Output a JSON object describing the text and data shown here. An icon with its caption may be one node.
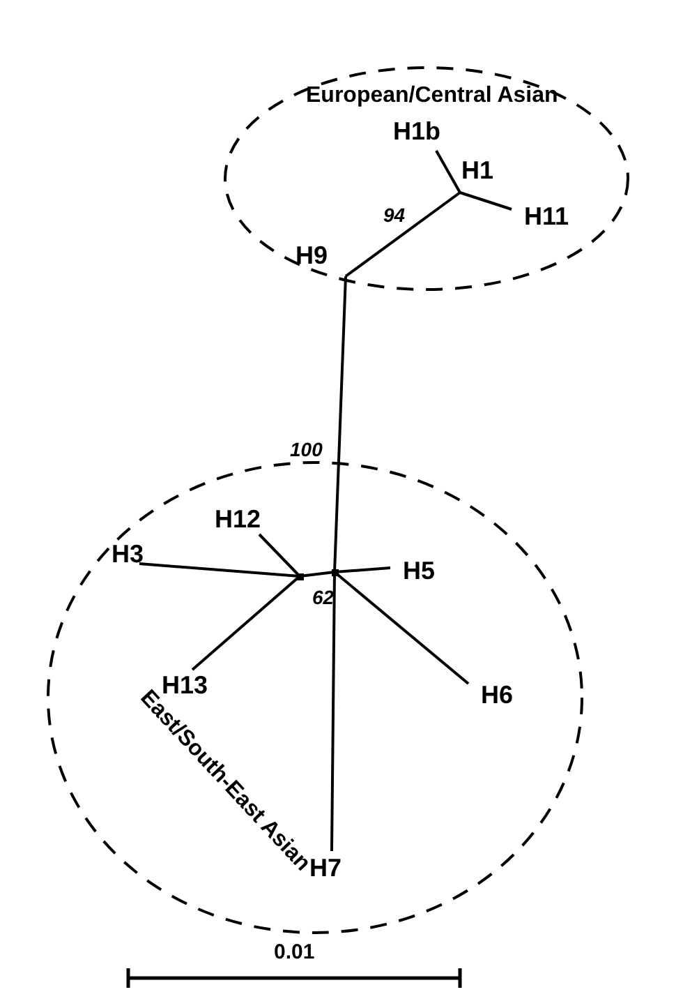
{
  "diagram": {
    "nodes": [
      {
        "text": [
          "European/Central Asian"
        ]
      },
      {
        "text": [
          "H1b"
        ],
        "in": 0
      },
      {
        "text": [
          "H1"
        ],
        "in": 0
      },
      {
        "text": [
          "H11"
        ],
        "in": 0
      },
      {
        "text": [
          "H9"
        ],
        "in": 0
      },
      {
        "text": [
          "East/South-East Asian"
        ]
      },
      {
        "text": [
          "H12"
        ],
        "in": 5
      },
      {
        "text": [
          "H3"
        ],
        "in": 5
      },
      {
        "text": [],
        "shape": "point",
        "in": 5
      },
      {
        "text": [],
        "shape": "point",
        "in": 5
      },
      {
        "text": [
          "H5"
        ],
        "in": 5
      },
      {
        "text": [
          "H13"
        ],
        "in": 5
      },
      {
        "text": [
          "H6"
        ],
        "in": 5
      },
      {
        "text": [
          "H7"
        ],
        "in": 5
      }
    ],
    "edges": [
      {
        "from": 2,
        "to": 1,
        "arrow": "none"
      },
      {
        "from": 2,
        "to": 3,
        "arrow": "none"
      },
      {
        "from": 4,
        "to": 2,
        "arrow": "none",
        "label": "94"
      },
      {
        "from": 4,
        "to": 9,
        "arrow": "none",
        "label": "100"
      },
      {
        "from": 9,
        "to": 8,
        "arrow": "none",
        "label": "62"
      },
      {
        "from": 8,
        "to": 6,
        "arrow": "none"
      },
      {
        "from": 8,
        "to": 7,
        "arrow": "none"
      },
      {
        "from": 8,
        "to": 11,
        "arrow": "none"
      },
      {
        "from": 9,
        "to": 10,
        "arrow": "none"
      },
      {
        "from": 9,
        "to": 12,
        "arrow": "none"
      },
      {
        "from": 9,
        "to": 13,
        "arrow": "none"
      }
    ],
    "labels": [
      "0.01"
    ]
  }
}
